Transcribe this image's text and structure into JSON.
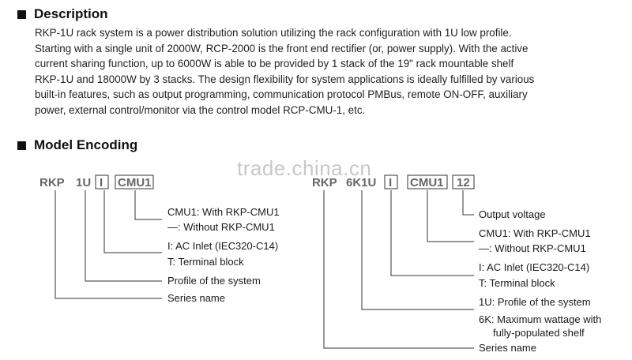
{
  "description": {
    "title": "Description",
    "lines": [
      "RKP-1U rack system is a power distribution solution utilizing the rack configuration with 1U low profile.",
      "Starting with a single unit of 2000W, RCP-2000 is the front end rectifier (or, power supply). With the active",
      "current sharing function, up to 6000W is able to be provided by 1 stack of the 19\" rack mountable shelf",
      "RKP-1U and 18000W by 3 stacks. The design flexibility for system applications is ideally fulfilled by various",
      "built-in features, such as output programming, communication protocol PMBus, remote ON-OFF, auxiliary",
      "power, external control/monitor via the control model RCP-CMU-1, etc."
    ]
  },
  "encoding": {
    "title": "Model Encoding",
    "watermark": "trade.china.cn",
    "left": {
      "code_parts": [
        "RKP",
        "1U",
        "I",
        "CMU1"
      ],
      "labels": [
        "CMU1: With RKP-CMU1",
        "—: Without RKP-CMU1",
        "I: AC Inlet (IEC320-C14)",
        "T: Terminal block",
        "Profile of the system",
        "Series name"
      ]
    },
    "right": {
      "code_parts": [
        "RKP",
        "6K1U",
        "I",
        "CMU1",
        "12"
      ],
      "labels": [
        "Output voltage",
        "CMU1: With RKP-CMU1",
        "—: Without RKP-CMU1",
        "I: AC Inlet (IEC320-C14)",
        "T: Terminal block",
        "1U: Profile of the system",
        "6K: Maximum wattage with",
        "fully-populated shelf",
        "Series name"
      ]
    }
  }
}
